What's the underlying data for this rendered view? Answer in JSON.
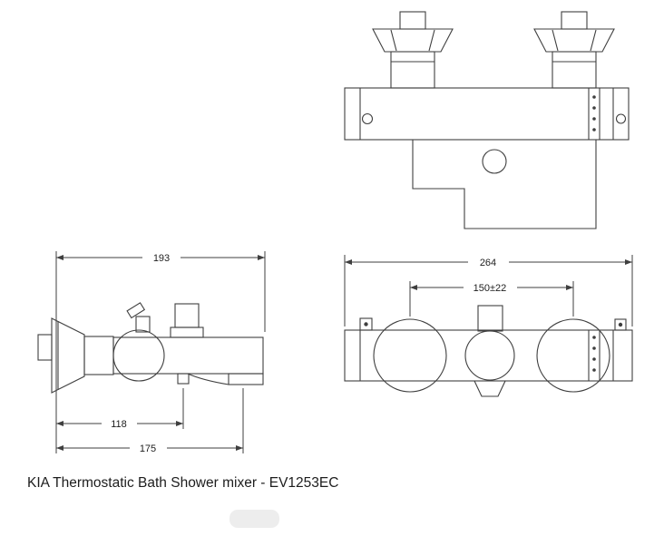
{
  "caption": "KIA Thermostatic Bath Shower mixer - EV1253EC",
  "colors": {
    "line": "#3f3f3f",
    "text": "#1d1d1d",
    "background": "#ffffff"
  },
  "side_view": {
    "dim_total_depth": "193",
    "dim_aerator_depth": "118",
    "dim_spout_reach": "175"
  },
  "front_view": {
    "dim_total_width": "264",
    "dim_valve_centers": "150±22"
  }
}
